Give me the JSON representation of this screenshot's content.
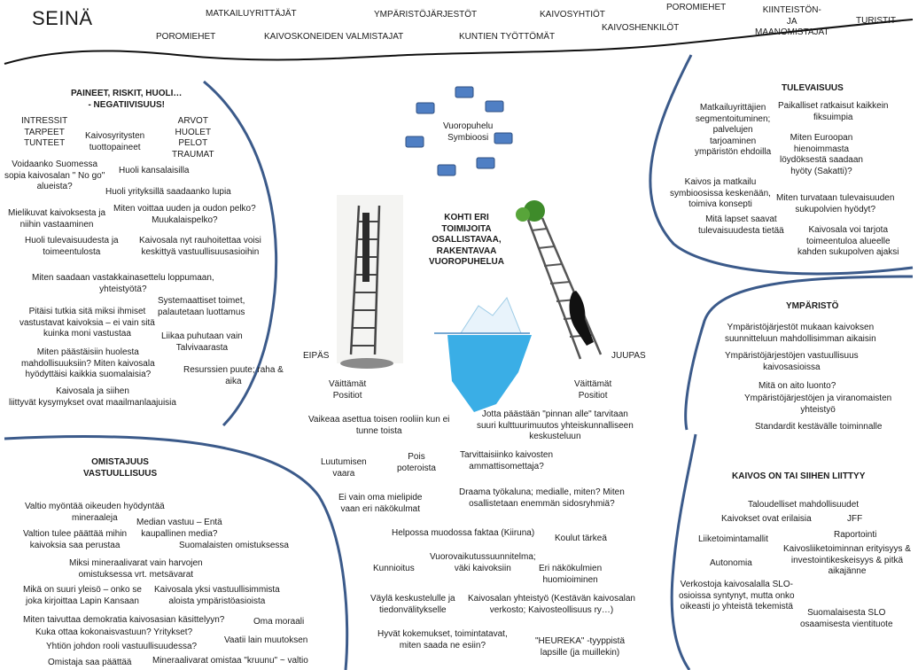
{
  "title": "SEINÄ",
  "stakeholders": [
    "MATKAILUYRITTÄJÄT",
    "YMPÄRISTÖJÄRJESTÖT",
    "KAIVOSYHTIÖT",
    "POROMIEHET",
    "KIINTEISTÖN-\nJA\nMAANOMISTAJAT",
    "TURISTIT",
    "POROMIEHET",
    "KAIVOSKONEIDEN VALMISTAJAT",
    "KUNTIEN TYÖTTÖMÄT",
    "KAIVOSHENKILÖT"
  ],
  "negatiivisuus": {
    "heading": "PAINEET, RISKIT, HUOLI…\n- NEGATIIVISUUS!",
    "items": [
      "INTRESSIT\nTARPEET\nTUNTEET",
      "Kaivosyritysten\ntuottopaineet",
      "ARVOT\nHUOLET\nPELOT\nTRAUMAT",
      "Voidaanko Suomessa\nsopia kaivosalan \" No go\"\nalueista?",
      "Huoli kansalaisilla",
      "Huoli yrityksillä saadaanko lupia",
      "Mielikuvat kaivoksesta ja\nniihin vastaaminen",
      "Miten voittaa uuden ja oudon pelko?\nMuukalaispelko?",
      "Huoli tulevaisuudesta ja\ntoimeentulosta",
      "Kaivosala nyt rauhoitettaa voisi\nkeskittyä vastuullisuusasioihin",
      "Miten saadaan vastakkainasettelu loppumaan,\nyhteistyötä?",
      "Pitäisi tutkia sitä miksi ihmiset\nvastustavat kaivoksia – ei vain sitä\nkuinka moni vastustaa",
      "Systemaattiset toimet,\npalautetaan luottamus",
      "Liikaa puhutaan vain\nTalvivaarasta",
      "Miten päästäisiin huolesta\nmahdollisuuksiin? Miten kaivosala\nhyödyttäisi kaikkia suomalaisia?",
      "Resurssien puute; raha &\naika",
      "Kaivosala ja siihen\nliittyvät kysymykset ovat maailmanlaajuisia"
    ]
  },
  "center": {
    "circle_label": "Vuoropuhelu\nSymbioosi",
    "heading": "KOHTI ERI\nTOIMIJOITA\nOSALLISTAVAA,\nRAKENTAVAA\nVUOROPUHELUA",
    "eipas": "EIPÄS",
    "juupas": "JUUPAS",
    "left_sub": "Väittämät\nPositiot",
    "right_sub": "Väittämät\nPositiot",
    "items": [
      "Vaikeaa asettua toisen rooliin kun ei\ntunne toista",
      "Jotta päästään \"pinnan alle\" tarvitaan\nsuuri kulttuurimuutos yhteiskunnalliseen\nkeskusteluun",
      "Luutumisen\nvaara",
      "Pois\npoteroista",
      "Tarvittaisiinko kaivosten\nammattisomettaja?",
      "Ei vain oma mielipide\nvaan eri näkökulmat",
      "Draama työkaluna; medialle, miten? Miten\nosallistetaan enemmän sidosryhmiä?",
      "Helpossa muodossa faktaa (Kiiruna)",
      "Koulut tärkeä",
      "Kunnioitus",
      "Vuorovaikutussuunnitelma;\nväki kaivoksiin",
      "Eri näkökulmien\nhuomioiminen",
      "Väylä keskustelulle ja\ntiedonvälitykselle",
      "Kaivosalan yhteistyö (Kestävän kaivosalan\nverkosto; Kaivosteollisuus ry…)",
      "Hyvät kokemukset, toimintatavat,\nmiten saada ne esiin?",
      "\"HEUREKA\" -tyyppistä\nlapsille (ja muillekin)"
    ]
  },
  "tulevaisuus": {
    "heading": "TULEVAISUUS",
    "items": [
      "Matkailuyrittäjien\nsegmentoituminen;\npalvelujen\ntarjoaminen\nympäristön ehdoilla",
      "Paikalliset ratkaisut kaikkein\nfiksuimpia",
      "Miten Euroopan\nhienoimmasta\nlöydöksestä saadaan\nhyöty (Sakatti)?",
      "Kaivos ja matkailu\nsymbioosissa keskenään,\ntoimiva konsepti",
      "Miten turvataan tulevaisuuden\nsukupolvien hyödyt?",
      "Mitä lapset saavat\ntulevaisuudesta tietää",
      "Kaivosala voi tarjota\ntoimeentuloa alueelle\nkahden sukupolven ajaksi"
    ]
  },
  "ymparisto": {
    "heading": "YMPÄRISTÖ",
    "items": [
      "Ympäristöjärjestöt mukaan kaivoksen\nsuunnitteluun mahdollisimman aikaisin",
      "Ympäristöjärjestöjen vastuullisuus\nkaivosasioissa",
      "Mitä on aito luonto?",
      "Ympäristöjärjestöjen ja viranomaisten\nyhteistyö",
      "Standardit kestävälle toiminnalle"
    ]
  },
  "kaivos": {
    "heading": "KAIVOS ON TAI SIIHEN LIITTYY",
    "items": [
      "Taloudelliset mahdollisuudet",
      "Kaivokset ovat erilaisia",
      "JFF",
      "Liiketoimintamallit",
      "Raportointi",
      "Kaivosliiketoiminnan erityisyys &\ninvestointikeskeisyys & pitkä\naikajänne",
      "Autonomia",
      "Verkostoja kaivosalalla SLO-\nosioissa syntynyt, mutta onko\noikeasti jo yhteistä tekemistä",
      "Suomalaisesta SLO\nosaamisesta vientituote"
    ]
  },
  "omistajuus": {
    "heading": "OMISTAJUUS\nVASTUULLISUUS",
    "items": [
      "Valtio myöntää oikeuden hyödyntää\nmineraaleja",
      "Median vastuu – Entä\nkaupallinen media?",
      "Valtion tulee päättää mihin\nkaivoksia saa perustaa",
      "Suomalaisten omistuksessa",
      "Miksi mineraalivarat vain harvojen\nomistuksessa vrt. metsävarat",
      "Mikä on suuri yleisö – onko se\njoka kirjoittaa Lapin Kansaan",
      "Kaivosala yksi vastuullisimmista\naloista ympäristöasioista",
      "Miten taivuttaa demokratia kaivosasian käsittelyyn?",
      "Oma moraali",
      "Kuka ottaa kokonaisvastuun? Yritykset?",
      "Vaatii lain muutoksen",
      "Yhtiön johdon rooli vastuullisuudessa?",
      "Omistaja saa päättää",
      "Mineraalivarat omistaa \"kruunu\" ~ valtio"
    ]
  }
}
